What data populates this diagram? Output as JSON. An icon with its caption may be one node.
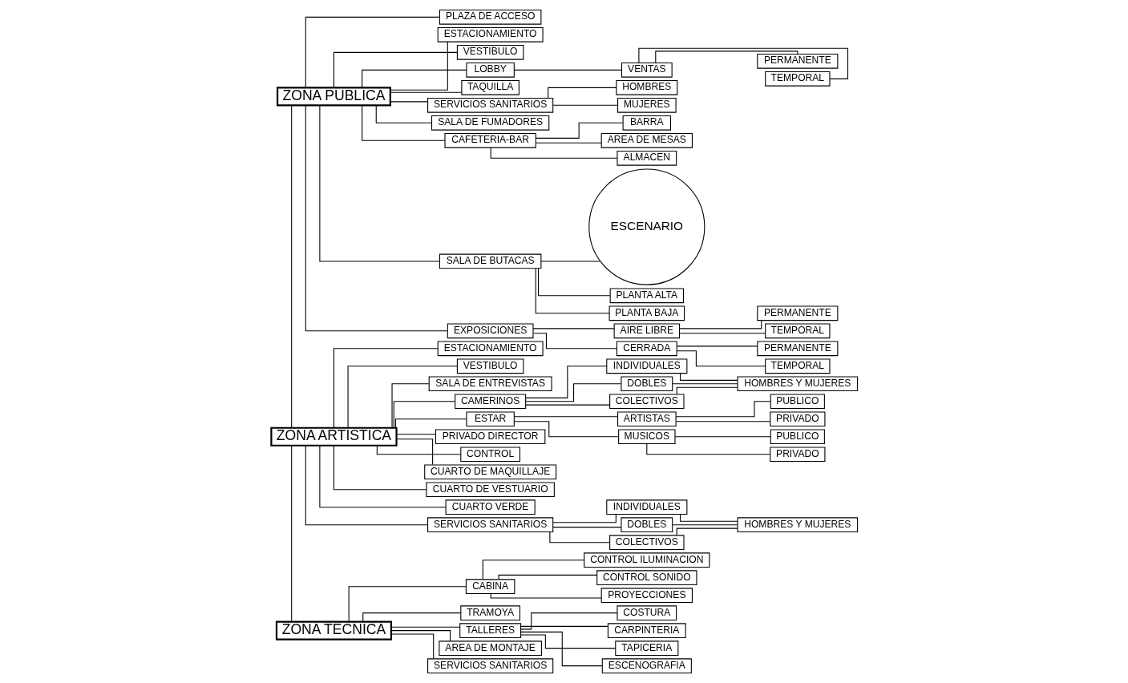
{
  "diagram": {
    "nodes": [
      {
        "text": [
          "ZONA PUBLICA"
        ]
      },
      {
        "text": [
          "ZONA ARTISTICA"
        ]
      },
      {
        "text": [
          "ZONA TECNICA"
        ]
      },
      {
        "text": [
          "PLAZA DE ACCESO"
        ]
      },
      {
        "text": [
          "ESTACIONAMIENTO"
        ]
      },
      {
        "text": [
          "VESTIBULO"
        ]
      },
      {
        "text": [
          "LOBBY"
        ]
      },
      {
        "text": [
          "TAQUILLA"
        ]
      },
      {
        "text": [
          "SERVICIOS SANITARIOS"
        ]
      },
      {
        "text": [
          "SALA DE FUMADORES"
        ]
      },
      {
        "text": [
          "CAFETERIA-BAR"
        ]
      },
      {
        "text": [
          "SALA DE BUTACAS"
        ]
      },
      {
        "text": [
          "EXPOSICIONES"
        ]
      },
      {
        "text": [
          "ESCENARIO"
        ]
      },
      {
        "text": [
          "ESTACIONAMIENTO"
        ]
      },
      {
        "text": [
          "VESTIBULO"
        ]
      },
      {
        "text": [
          "SALA DE ENTREVISTAS"
        ]
      },
      {
        "text": [
          "CAMERINOS"
        ]
      },
      {
        "text": [
          "ESTAR"
        ]
      },
      {
        "text": [
          "PRIVADO DIRECTOR"
        ]
      },
      {
        "text": [
          "CONTROL"
        ]
      },
      {
        "text": [
          "CUARTO DE MAQUILLAJE"
        ]
      },
      {
        "text": [
          "CUARTO DE VESTUARIO"
        ]
      },
      {
        "text": [
          "CUARTO VERDE"
        ]
      },
      {
        "text": [
          "SERVICIOS SANITARIOS"
        ]
      },
      {
        "text": [
          "CABINA"
        ]
      },
      {
        "text": [
          "TRAMOYA"
        ]
      },
      {
        "text": [
          "TALLERES"
        ]
      },
      {
        "text": [
          "AREA DE MONTAJE"
        ]
      },
      {
        "text": [
          "SERVICIOS SANITARIOS"
        ]
      },
      {
        "text": [
          "VENTAS"
        ]
      },
      {
        "text": [
          "HOMBRES"
        ]
      },
      {
        "text": [
          "MUJERES"
        ]
      },
      {
        "text": [
          "BARRA"
        ]
      },
      {
        "text": [
          "AREA DE MESAS"
        ]
      },
      {
        "text": [
          "ALMACEN"
        ]
      },
      {
        "text": [
          "AIRE LIBRE"
        ]
      },
      {
        "text": [
          "CERRADA"
        ]
      },
      {
        "text": [
          "INDIVIDUALES"
        ]
      },
      {
        "text": [
          "DOBLES"
        ]
      },
      {
        "text": [
          "COLECTIVOS"
        ]
      },
      {
        "text": [
          "ARTISTAS"
        ]
      },
      {
        "text": [
          "MUSICOS"
        ]
      },
      {
        "text": [
          "INDIVIDUALES"
        ]
      },
      {
        "text": [
          "DOBLES"
        ]
      },
      {
        "text": [
          "COLECTIVOS"
        ]
      },
      {
        "text": [
          "CONTROL ILUMINACION"
        ]
      },
      {
        "text": [
          "CONTROL SONIDO"
        ]
      },
      {
        "text": [
          "PROYECCIONES"
        ]
      },
      {
        "text": [
          "COSTURA"
        ]
      },
      {
        "text": [
          "CARPINTERIA"
        ]
      },
      {
        "text": [
          "TAPICERIA"
        ]
      },
      {
        "text": [
          "ESCENOGRAFIA"
        ]
      },
      {
        "text": [
          "PERMANENTE"
        ]
      },
      {
        "text": [
          "TEMPORAL"
        ]
      },
      {
        "text": [
          "PLANTA ALTA"
        ]
      },
      {
        "text": [
          "PLANTA BAJA"
        ]
      },
      {
        "text": [
          "PERMANENTE"
        ]
      },
      {
        "text": [
          "TEMPORAL"
        ]
      },
      {
        "text": [
          "PERMANENTE"
        ]
      },
      {
        "text": [
          "TEMPORAL"
        ]
      },
      {
        "text": [
          "HOMBRES Y MUJERES"
        ]
      },
      {
        "text": [
          "PUBLICO"
        ]
      },
      {
        "text": [
          "PRIVADO"
        ]
      },
      {
        "text": [
          "PUBLICO"
        ]
      },
      {
        "text": [
          "PRIVADO"
        ]
      },
      {
        "text": [
          "HOMBRES Y MUJERES"
        ]
      }
    ],
    "edges": [
      {
        "from": 0,
        "to": 1,
        "arrow": "none"
      },
      {
        "from": 1,
        "to": 2,
        "arrow": "none"
      },
      {
        "from": 0,
        "to": 3,
        "arrow": "none"
      },
      {
        "from": 0,
        "to": 4,
        "arrow": "none"
      },
      {
        "from": 0,
        "to": 5,
        "arrow": "none"
      },
      {
        "from": 0,
        "to": 6,
        "arrow": "none"
      },
      {
        "from": 0,
        "to": 7,
        "arrow": "none"
      },
      {
        "from": 0,
        "to": 8,
        "arrow": "none"
      },
      {
        "from": 0,
        "to": 9,
        "arrow": "none"
      },
      {
        "from": 0,
        "to": 10,
        "arrow": "none"
      },
      {
        "from": 0,
        "to": 11,
        "arrow": "none"
      },
      {
        "from": 0,
        "to": 12,
        "arrow": "none"
      },
      {
        "from": 11,
        "to": 13,
        "arrow": "none"
      },
      {
        "from": 1,
        "to": 14,
        "arrow": "none"
      },
      {
        "from": 1,
        "to": 15,
        "arrow": "none"
      },
      {
        "from": 1,
        "to": 16,
        "arrow": "none"
      },
      {
        "from": 1,
        "to": 17,
        "arrow": "none"
      },
      {
        "from": 1,
        "to": 18,
        "arrow": "none"
      },
      {
        "from": 1,
        "to": 19,
        "arrow": "none"
      },
      {
        "from": 1,
        "to": 20,
        "arrow": "none"
      },
      {
        "from": 1,
        "to": 21,
        "arrow": "none"
      },
      {
        "from": 1,
        "to": 22,
        "arrow": "none"
      },
      {
        "from": 1,
        "to": 23,
        "arrow": "none"
      },
      {
        "from": 1,
        "to": 24,
        "arrow": "none"
      },
      {
        "from": 2,
        "to": 25,
        "arrow": "none"
      },
      {
        "from": 2,
        "to": 26,
        "arrow": "none"
      },
      {
        "from": 2,
        "to": 27,
        "arrow": "none"
      },
      {
        "from": 2,
        "to": 28,
        "arrow": "none"
      },
      {
        "from": 2,
        "to": 29,
        "arrow": "none"
      },
      {
        "from": 6,
        "to": 30,
        "arrow": "none"
      },
      {
        "from": 8,
        "to": 31,
        "arrow": "none"
      },
      {
        "from": 8,
        "to": 32,
        "arrow": "none"
      },
      {
        "from": 10,
        "to": 33,
        "arrow": "none"
      },
      {
        "from": 10,
        "to": 34,
        "arrow": "none"
      },
      {
        "from": 10,
        "to": 35,
        "arrow": "none"
      },
      {
        "from": 12,
        "to": 36,
        "arrow": "none"
      },
      {
        "from": 12,
        "to": 37,
        "arrow": "none"
      },
      {
        "from": 17,
        "to": 38,
        "arrow": "none"
      },
      {
        "from": 17,
        "to": 39,
        "arrow": "none"
      },
      {
        "from": 17,
        "to": 40,
        "arrow": "none"
      },
      {
        "from": 18,
        "to": 41,
        "arrow": "none"
      },
      {
        "from": 18,
        "to": 42,
        "arrow": "none"
      },
      {
        "from": 24,
        "to": 43,
        "arrow": "none"
      },
      {
        "from": 24,
        "to": 44,
        "arrow": "none"
      },
      {
        "from": 24,
        "to": 45,
        "arrow": "none"
      },
      {
        "from": 25,
        "to": 46,
        "arrow": "none"
      },
      {
        "from": 25,
        "to": 47,
        "arrow": "none"
      },
      {
        "from": 25,
        "to": 48,
        "arrow": "none"
      },
      {
        "from": 27,
        "to": 49,
        "arrow": "none"
      },
      {
        "from": 27,
        "to": 50,
        "arrow": "none"
      },
      {
        "from": 27,
        "to": 51,
        "arrow": "none"
      },
      {
        "from": 27,
        "to": 52,
        "arrow": "none"
      },
      {
        "from": 30,
        "to": 53,
        "arrow": "none"
      },
      {
        "from": 30,
        "to": 54,
        "arrow": "none"
      },
      {
        "from": 11,
        "to": 55,
        "arrow": "none"
      },
      {
        "from": 11,
        "to": 56,
        "arrow": "none"
      },
      {
        "from": 36,
        "to": 57,
        "arrow": "none"
      },
      {
        "from": 36,
        "to": 58,
        "arrow": "none"
      },
      {
        "from": 37,
        "to": 59,
        "arrow": "none"
      },
      {
        "from": 37,
        "to": 60,
        "arrow": "none"
      },
      {
        "from": 38,
        "to": 61,
        "arrow": "none"
      },
      {
        "from": 39,
        "to": 61,
        "arrow": "none"
      },
      {
        "from": 40,
        "to": 61,
        "arrow": "none"
      },
      {
        "from": 41,
        "to": 62,
        "arrow": "none"
      },
      {
        "from": 41,
        "to": 63,
        "arrow": "none"
      },
      {
        "from": 42,
        "to": 64,
        "arrow": "none"
      },
      {
        "from": 42,
        "to": 65,
        "arrow": "none"
      },
      {
        "from": 43,
        "to": 66,
        "arrow": "none"
      },
      {
        "from": 44,
        "to": 66,
        "arrow": "none"
      },
      {
        "from": 45,
        "to": 66,
        "arrow": "none"
      }
    ]
  }
}
